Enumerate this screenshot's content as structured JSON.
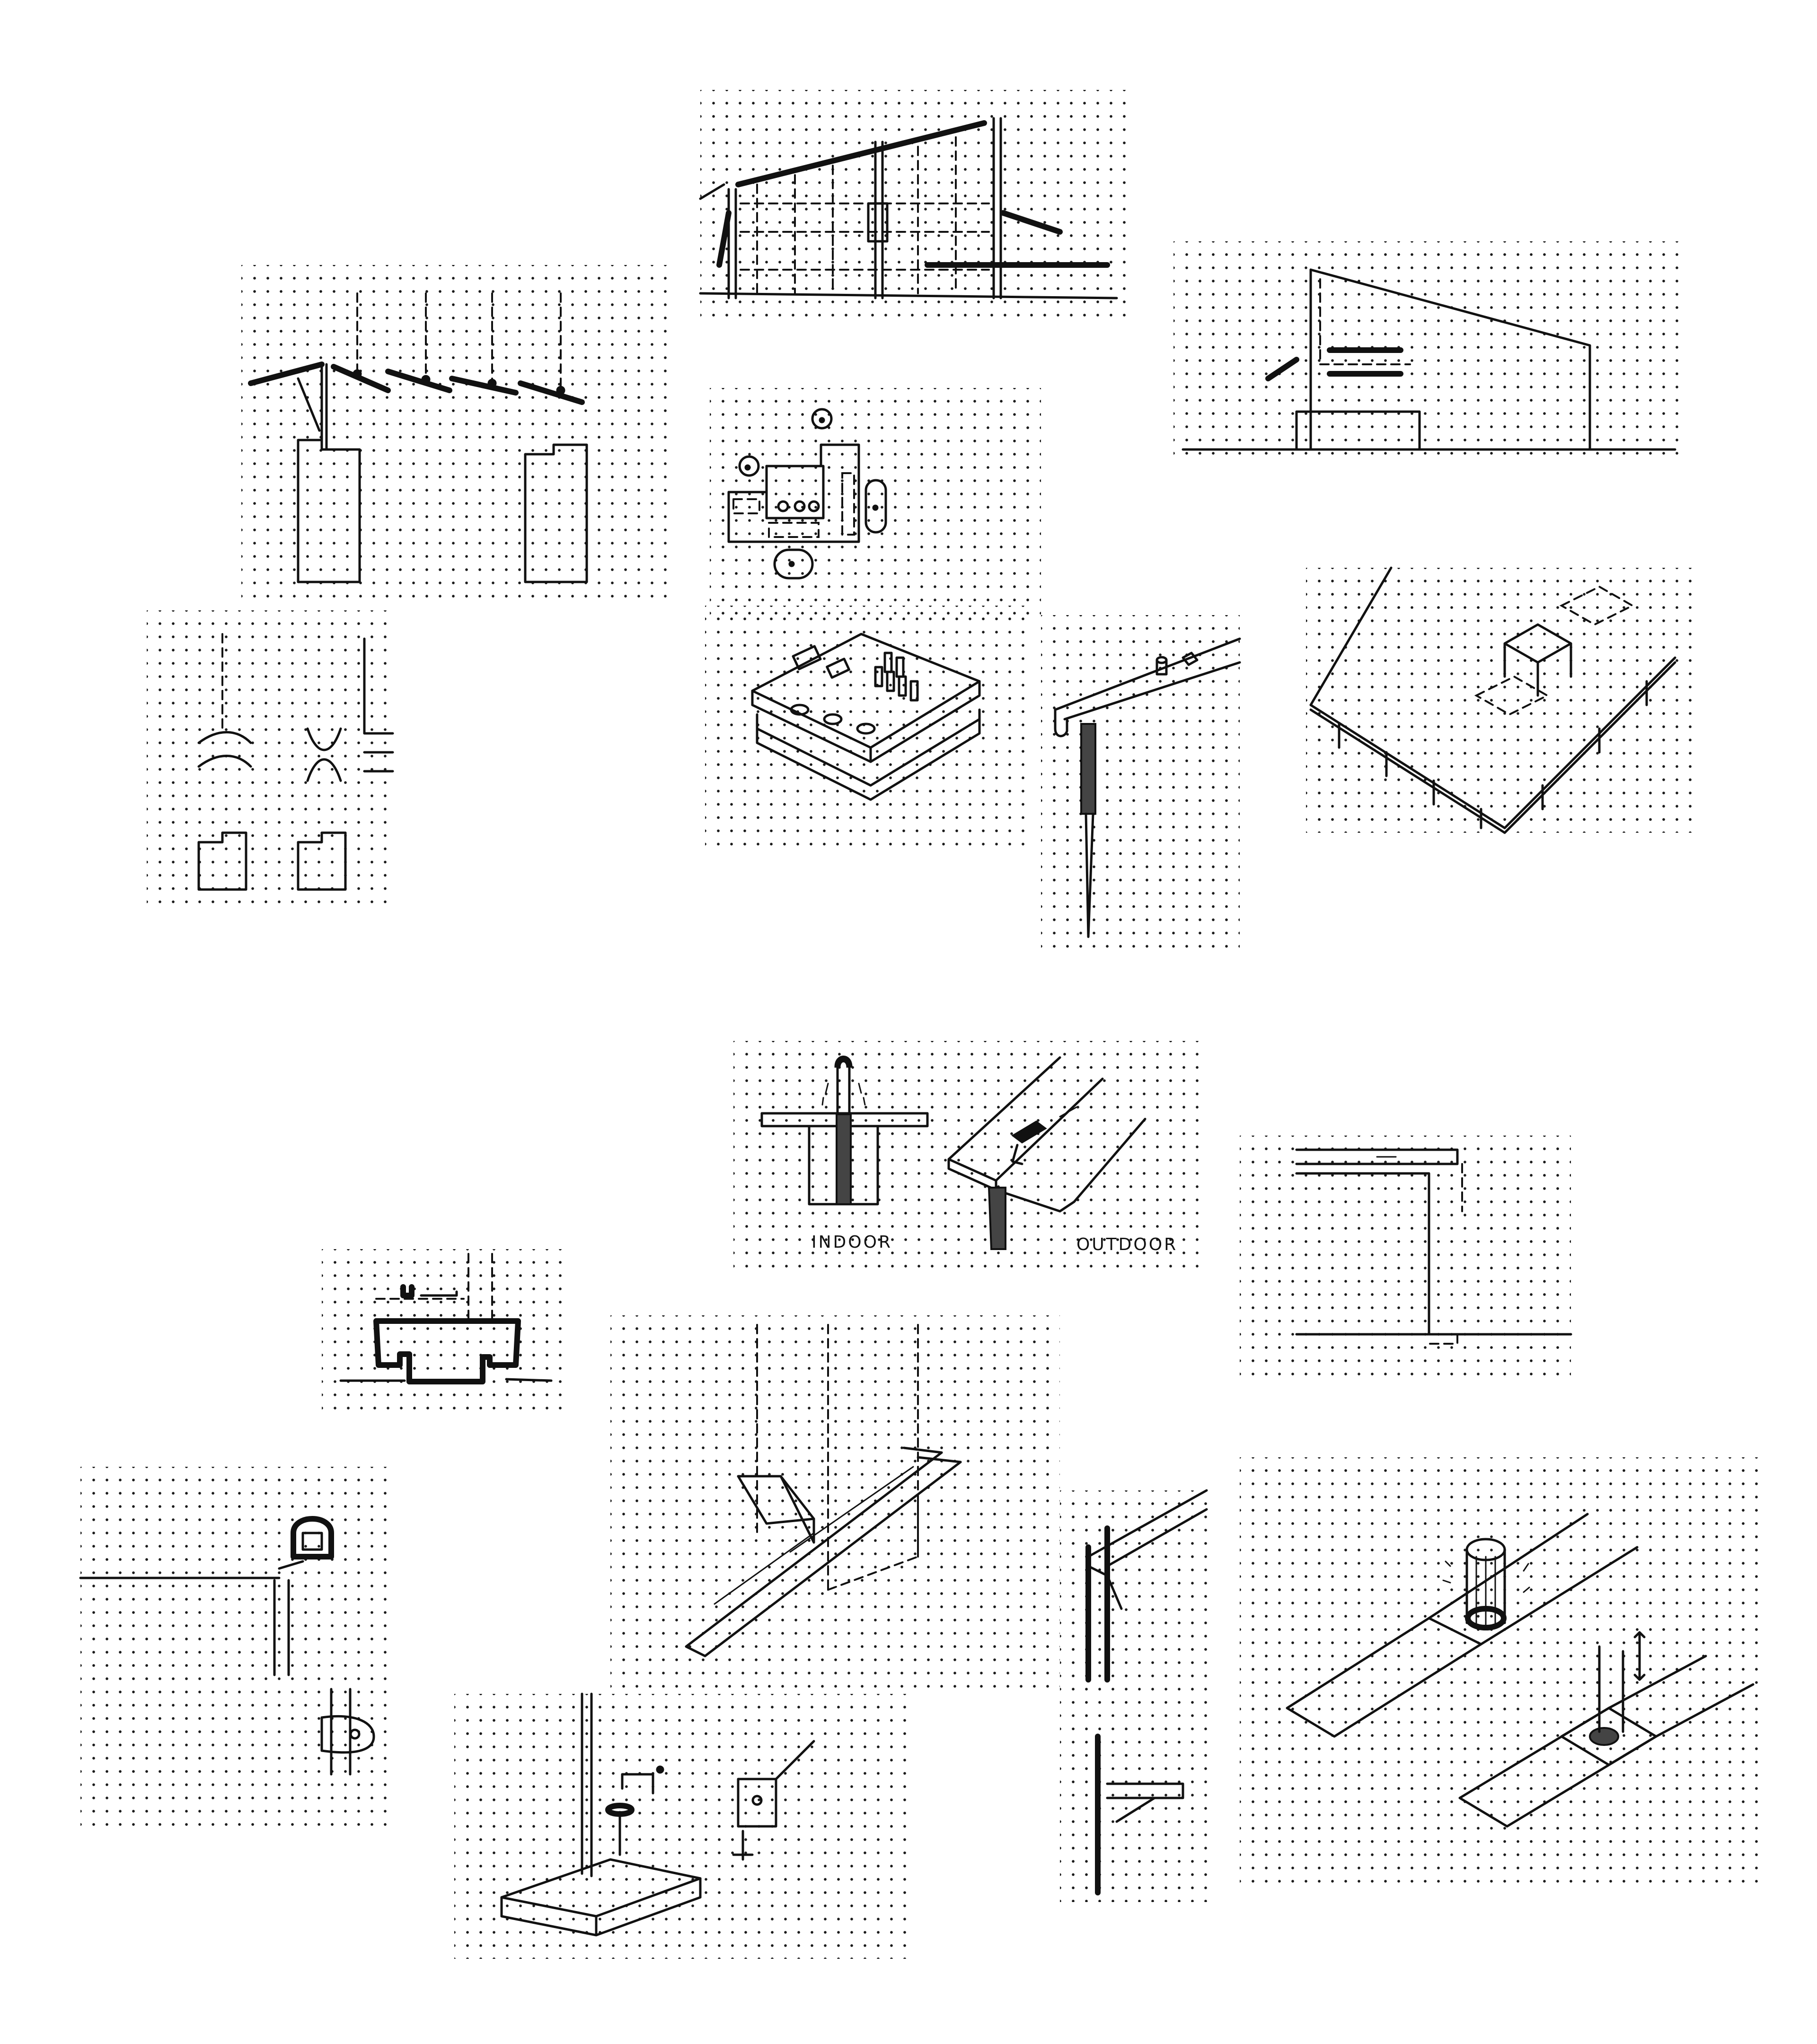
{
  "sheet": {
    "type": "architectural-sketch-sheet",
    "background": "dot-grid",
    "ink_color": "#111111",
    "paper_color": "#ffffff"
  },
  "panels": [
    {
      "id": "section-clerestory",
      "description": "section with sloped roof, clerestory windows and projecting canopy"
    },
    {
      "id": "section-louvers",
      "description": "section with hinged roof louvers and dashed hangers over two volumes"
    },
    {
      "id": "section-sloped-roof",
      "description": "section with single sloped roof and windows"
    },
    {
      "id": "plan-diagram",
      "description": "plan with circular and capsule pods connected to central volume"
    },
    {
      "id": "louver-pivots",
      "description": "small section detail of pivoting louvers above two volumes"
    },
    {
      "id": "axo-table",
      "description": "axonometric of tabletop with objects over a base"
    },
    {
      "id": "axo-beam-post",
      "description": "axonometric of beam on post"
    },
    {
      "id": "axo-platform",
      "description": "axonometric of raised platform with table and cushions"
    },
    {
      "id": "indoor-outdoor",
      "description": "comparison of indoor and outdoor post-beam joint",
      "labels": {
        "indoor": "INDOOR",
        "outdoor": "OUTDOOR"
      }
    },
    {
      "id": "section-overhang",
      "description": "section of roof overhang with drip"
    },
    {
      "id": "section-u-profile",
      "description": "section with U-profile element"
    },
    {
      "id": "axo-skylight-frame",
      "description": "axonometric frame with skylight opening"
    },
    {
      "id": "detail-lock",
      "description": "padlock-type clamp detail on pipe"
    },
    {
      "id": "axo-bench",
      "description": "bench bracket details"
    },
    {
      "id": "axo-bollards",
      "description": "axonometric of paving strips with light bollard and retractable post"
    },
    {
      "id": "axo-planter-tap",
      "description": "axonometric of planter block with faucet and wall plate"
    }
  ]
}
